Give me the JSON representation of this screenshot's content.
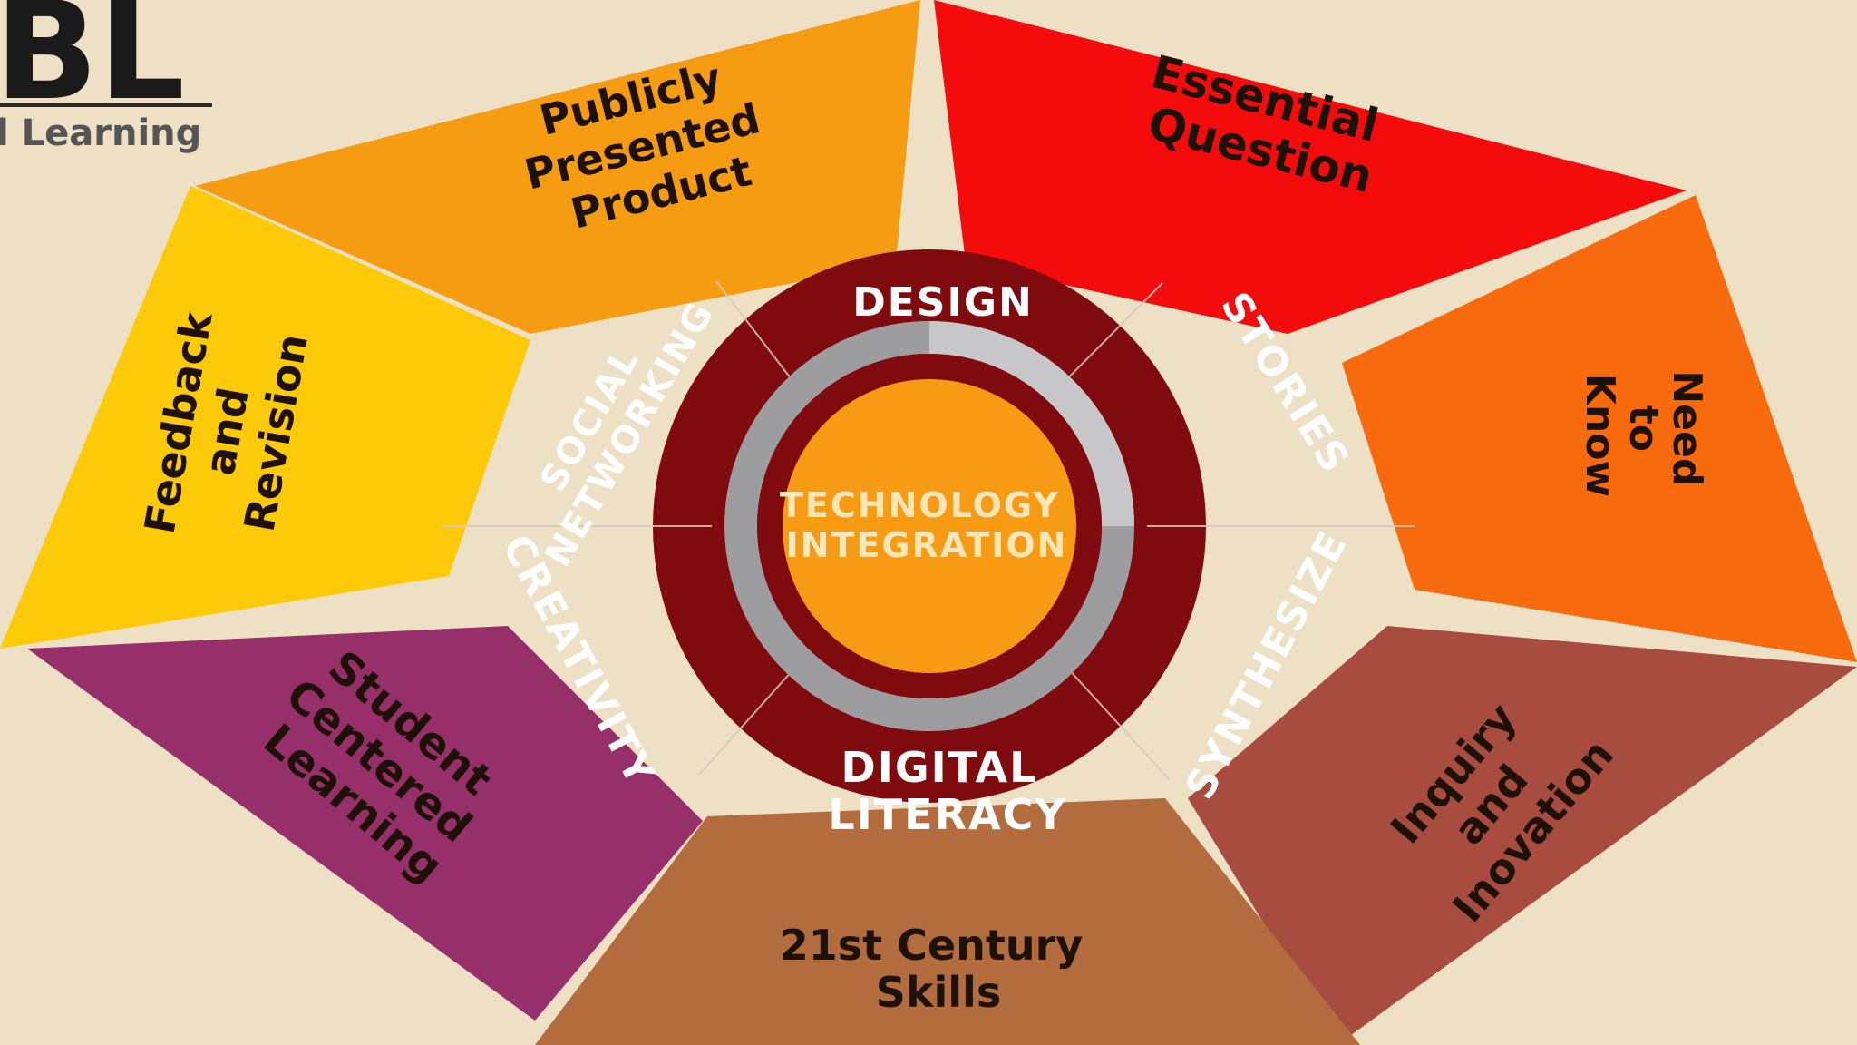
{
  "logo": {
    "mark": "BL",
    "subtitle": "l Learning"
  },
  "petals": [
    {
      "id": "publicly-presented-product",
      "lines": [
        "Publicly",
        "Presented",
        "Product"
      ],
      "color": "#f69c12"
    },
    {
      "id": "essential-question",
      "lines": [
        "Essential",
        "Question"
      ],
      "color": "#f40b0b"
    },
    {
      "id": "need-to-know",
      "lines": [
        "Need",
        "to",
        "Know"
      ],
      "color": "#f76a0d"
    },
    {
      "id": "inquiry-and-inovation",
      "lines": [
        "Inquiry",
        "and",
        "Inovation"
      ],
      "color": "#a84c40"
    },
    {
      "id": "21st-century-skills",
      "lines": [
        "21st Century",
        "Skills"
      ],
      "color": "#b26c3d"
    },
    {
      "id": "student-centered-learning",
      "lines": [
        "Student",
        "Centered",
        "Learning"
      ],
      "color": "#97306a"
    },
    {
      "id": "feedback-and-revision",
      "lines": [
        "Feedback",
        "and",
        "Revision"
      ],
      "color": "#fcca09"
    }
  ],
  "ring": {
    "color": "#800b0e",
    "sectors": [
      {
        "id": "design",
        "lines": [
          "DESIGN"
        ]
      },
      {
        "id": "stories",
        "lines": [
          "STORIES"
        ]
      },
      {
        "id": "synthesize",
        "lines": [
          "SYNTHESIZE"
        ]
      },
      {
        "id": "digital-literacy",
        "lines": [
          "DIGITAL",
          "LITERACY"
        ]
      },
      {
        "id": "creativity",
        "lines": [
          "CREATIVITY"
        ]
      },
      {
        "id": "social-networking",
        "lines": [
          "SOCIAL",
          "NETWORKING"
        ]
      }
    ]
  },
  "core": {
    "lines": [
      "TECHNOLOGY",
      "INTEGRATION"
    ],
    "color": "#f79a14",
    "text_color": "#fde7b8"
  },
  "colors": {
    "background": "#ede0c4",
    "petal_text": "#1e1208",
    "ring_text": "#ffffff",
    "ring_gray_dark": "#9d9da0",
    "ring_gray_light": "#c7c7c9"
  }
}
